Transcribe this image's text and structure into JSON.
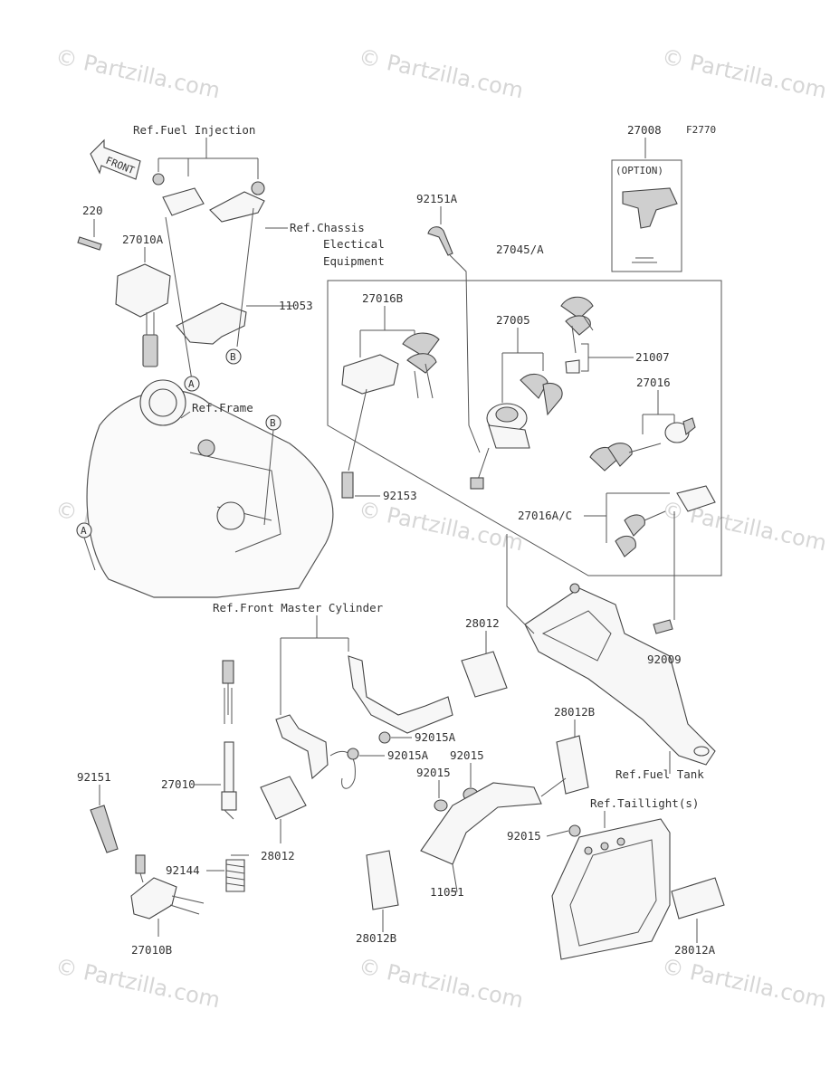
{
  "figure_code": "F2770",
  "watermark": "© Partzilla.com",
  "front_label": "FRONT",
  "option_label": "(OPTION)",
  "circle_markers": [
    "A",
    "B"
  ],
  "part_numbers": {
    "p220": "220",
    "p27010A": "27010A",
    "p11053": "11053",
    "p27008": "27008",
    "p92151A": "92151A",
    "p27045A": "27045/A",
    "p27016B": "27016B",
    "p27005": "27005",
    "p21007": "21007",
    "p27016": "27016",
    "p92153": "92153",
    "p27016AC": "27016A/C",
    "p28012_top": "28012",
    "p92009": "92009",
    "p92015A_1": "92015A",
    "p92015A_2": "92015A",
    "p92015_1": "92015",
    "p92015_2": "92015",
    "p92015_3": "92015",
    "p28012B_top": "28012B",
    "p92151": "92151",
    "p27010": "27010",
    "p92144": "92144",
    "p28012_bot": "28012",
    "p11051": "11051",
    "p28012B_bot": "28012B",
    "p27010B": "27010B",
    "p28012A": "28012A"
  },
  "references": {
    "fuel_injection": "Ref.Fuel Injection",
    "chassis_1": "Ref.Chassis",
    "chassis_2": "Electical",
    "chassis_3": "Equipment",
    "frame": "Ref.Frame",
    "front_master_cylinder": "Ref.Front Master Cylinder",
    "fuel_tank": "Ref.Fuel Tank",
    "taillight": "Ref.Taillight(s)"
  }
}
